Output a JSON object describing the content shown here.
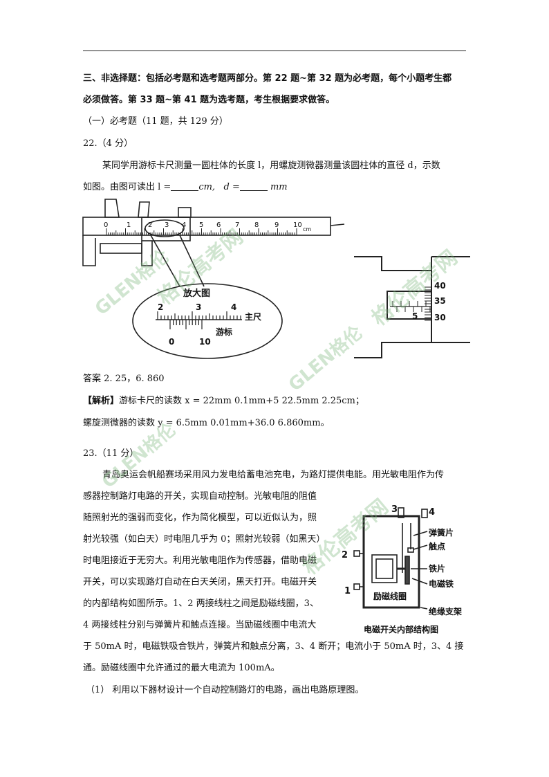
{
  "section": {
    "heading_line1": "三、非选择题：包括必考题和选考题两部分。第 22 题~第 32 题为必考题，每个小题考生都",
    "heading_line2": "必须做答。第 33 题~第 41 题为选考题，考生根据要求做答。",
    "sub": "（一）必考题（11 题，共 129 分）"
  },
  "q22": {
    "num": "22.（4 分）",
    "text1": "某同学用游标卡尺测量一圆柱体的长度 l，用螺旋测微器测量该圆柱体的直径 d，示数",
    "text2_a": "如图。由图可读出 l =",
    "unit_l": "cm,",
    "d_eq": "d =",
    "unit_d": "mm",
    "figure": {
      "main_scale_ticks": [
        "0",
        "1",
        "2",
        "3",
        "4",
        "5",
        "6",
        "7",
        "8",
        "9",
        "10"
      ],
      "unit": "cm",
      "zoom_title": "放大图",
      "zoom_main_ticks": [
        "2",
        "3",
        "4"
      ],
      "zoom_main_label": "主尺",
      "zoom_vernier_ticks": [
        "0",
        "10"
      ],
      "zoom_vernier_label": "游标",
      "micrometer_ticks": [
        "40",
        "35",
        "30"
      ],
      "micrometer_sleeve": "5"
    },
    "answer": "答案 2. 25，6. 860",
    "analysis_label": "【解析】",
    "analysis1": "游标卡尺的读数 x = 22mm   0.1mm+5    22.5mm    2.25cm；",
    "analysis2": "螺旋测微器的读数 y = 6.5mm   0.01mm+36.0    6.860mm。"
  },
  "q23": {
    "num": "23.（11 分）",
    "lines": [
      "青岛奥运会帆船赛场采用风力发电给蓄电池充电，为路灯提供电能。用光敏电阻作为传",
      "感器控制路灯电路的开关，实现自动控制。光敏电阻的阻值",
      "随照射光的强弱而变化，作为简化模型，可以近似认为，照",
      "射光较强（如白天）时电阻几乎为 0；照射光较弱（如黑天）",
      "时电阻接近于无穷大。利用光敏电阻作为传感器，借助电磁",
      "开关，可以实现路灯自动在白天关闭，黑天打开。电磁开关",
      "的内部结构如图所示。1、2 两接线柱之间是励磁线圈，3、",
      "4 两接线柱分别与弹簧片和触点连接。当励磁线圈中电流大",
      "于 50mA 时，电磁铁吸合铁片，弹簧片和触点分离，3、4 断开；电流小于 50mA 时，3、4 接",
      "通。励磁线圈中允许通过的最大电流为 100mA。"
    ],
    "sub1": "（1）   利用以下器材设计一个自动控制路灯的电路，画出电路原理图。",
    "figure": {
      "terminal_3": "3",
      "terminal_4": "4",
      "terminal_2": "2",
      "terminal_1": "1",
      "label_spring": "弹簧片",
      "label_contact": "触点",
      "label_iron": "铁片",
      "label_magnet": "电磁铁",
      "label_coil": "励磁线圈",
      "label_support": "绝缘支架",
      "caption": "电磁开关内部结构图"
    }
  },
  "watermarks": [
    "GLEN格伦",
    "格伦高考网",
    "GLEN格伦",
    "格伦高考网",
    "GLEN格伦",
    "格伦高考网"
  ]
}
